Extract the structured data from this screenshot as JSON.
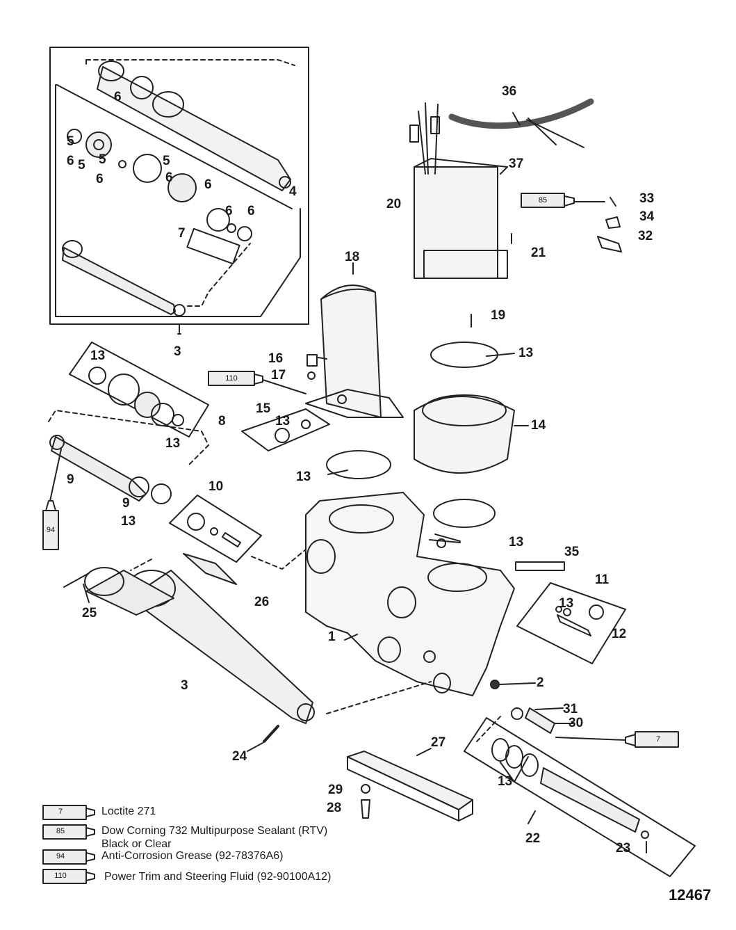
{
  "figure_number": "12467",
  "callouts": [
    {
      "id": "c36",
      "text": "36"
    },
    {
      "id": "c37",
      "text": "37"
    },
    {
      "id": "c33",
      "text": "33"
    },
    {
      "id": "c34",
      "text": "34"
    },
    {
      "id": "c32",
      "text": "32"
    },
    {
      "id": "c20",
      "text": "20"
    },
    {
      "id": "c21",
      "text": "21"
    },
    {
      "id": "c18",
      "text": "18"
    },
    {
      "id": "c19",
      "text": "19"
    },
    {
      "id": "c13a",
      "text": "13"
    },
    {
      "id": "c16",
      "text": "16"
    },
    {
      "id": "c17",
      "text": "17"
    },
    {
      "id": "c15",
      "text": "15"
    },
    {
      "id": "c13b",
      "text": "13"
    },
    {
      "id": "c14",
      "text": "14"
    },
    {
      "id": "c13c",
      "text": "13"
    },
    {
      "id": "c13d",
      "text": "13"
    },
    {
      "id": "c35",
      "text": "35"
    },
    {
      "id": "c11",
      "text": "11"
    },
    {
      "id": "c13e",
      "text": "13"
    },
    {
      "id": "c12",
      "text": "12"
    },
    {
      "id": "c2",
      "text": "2"
    },
    {
      "id": "c31",
      "text": "31"
    },
    {
      "id": "c30",
      "text": "30"
    },
    {
      "id": "c1",
      "text": "1"
    },
    {
      "id": "c3b",
      "text": "3"
    },
    {
      "id": "c24",
      "text": "24"
    },
    {
      "id": "c27",
      "text": "27"
    },
    {
      "id": "c29",
      "text": "29"
    },
    {
      "id": "c28",
      "text": "28"
    },
    {
      "id": "c22",
      "text": "22"
    },
    {
      "id": "c23",
      "text": "23"
    },
    {
      "id": "c13f",
      "text": "13"
    },
    {
      "id": "c25",
      "text": "25"
    },
    {
      "id": "c26",
      "text": "26"
    },
    {
      "id": "c10",
      "text": "10"
    },
    {
      "id": "c9a",
      "text": "9"
    },
    {
      "id": "c9b",
      "text": "9"
    },
    {
      "id": "c13g",
      "text": "13"
    },
    {
      "id": "c8",
      "text": "8"
    },
    {
      "id": "c13h",
      "text": "13"
    },
    {
      "id": "c13i",
      "text": "13"
    },
    {
      "id": "c3a",
      "text": "3"
    },
    {
      "id": "c4",
      "text": "4"
    },
    {
      "id": "c6a",
      "text": "6"
    },
    {
      "id": "c5a",
      "text": "5"
    },
    {
      "id": "c6b",
      "text": "6"
    },
    {
      "id": "c5b",
      "text": "5"
    },
    {
      "id": "c5c",
      "text": "5"
    },
    {
      "id": "c5d",
      "text": "5"
    },
    {
      "id": "c6c",
      "text": "6"
    },
    {
      "id": "c6d",
      "text": "6"
    },
    {
      "id": "c6e",
      "text": "6"
    },
    {
      "id": "c6f",
      "text": "6"
    },
    {
      "id": "c6g",
      "text": "6"
    },
    {
      "id": "c7",
      "text": "7"
    }
  ],
  "tube_labels": {
    "t85": "85",
    "t110": "110",
    "t94": "94",
    "t7": "7"
  },
  "legend": [
    {
      "tube": "7",
      "text": "Loctite 271"
    },
    {
      "tube": "85",
      "text": "Dow Corning 732 Multipurpose Sealant (RTV)",
      "text2": "Black or Clear"
    },
    {
      "tube": "94",
      "text": "Anti-Corrosion Grease (92-78376A6)"
    },
    {
      "tube": "110",
      "text": "Power Trim and Steering Fluid (92-90100A12)"
    }
  ]
}
